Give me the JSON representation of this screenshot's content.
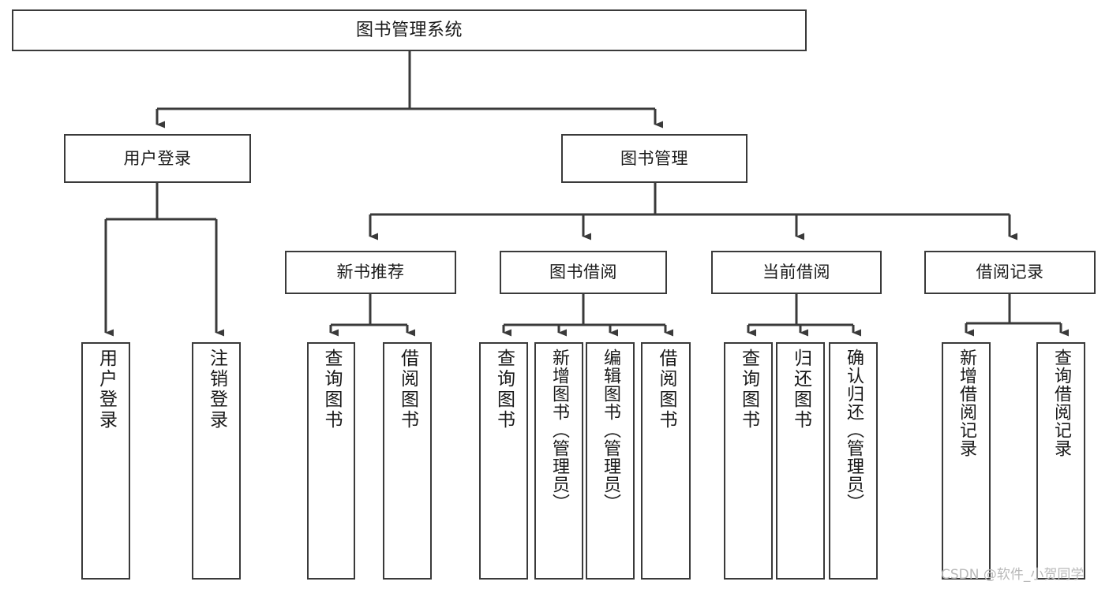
{
  "diagram": {
    "title": "图书管理系统",
    "type": "hierarchy-tree",
    "line_color": "#3a3a3a",
    "box_fill": "#ffffff",
    "text_color": "#1a1a1a",
    "levels": 4,
    "nodes": {
      "root": {
        "label": "图书管理系统"
      },
      "level1": [
        {
          "label": "用户登录"
        },
        {
          "label": "图书管理"
        }
      ],
      "level2": [
        {
          "label": "新书推荐"
        },
        {
          "label": "图书借阅"
        },
        {
          "label": "当前借阅"
        },
        {
          "label": "借阅记录"
        }
      ],
      "leaves": {
        "user_login": [
          {
            "label": "用户登录"
          },
          {
            "label": "注销登录"
          }
        ],
        "new_book_recommend": [
          {
            "label": "查询图书"
          },
          {
            "label": "借阅图书"
          }
        ],
        "book_borrow": [
          {
            "label": "查询图书"
          },
          {
            "label": "新增图书（管理员）"
          },
          {
            "label": "编辑图书（管理员）"
          },
          {
            "label": "借阅图书"
          }
        ],
        "current_borrow": [
          {
            "label": "查询图书"
          },
          {
            "label": "归还图书"
          },
          {
            "label": "确认归还（管理员）"
          }
        ],
        "borrow_record": [
          {
            "label": "新增借阅记录"
          },
          {
            "label": "查询借阅记录"
          }
        ]
      }
    }
  },
  "watermark": {
    "text": "CSDN @软件_小贺同学",
    "color": "#b9b9b9"
  }
}
